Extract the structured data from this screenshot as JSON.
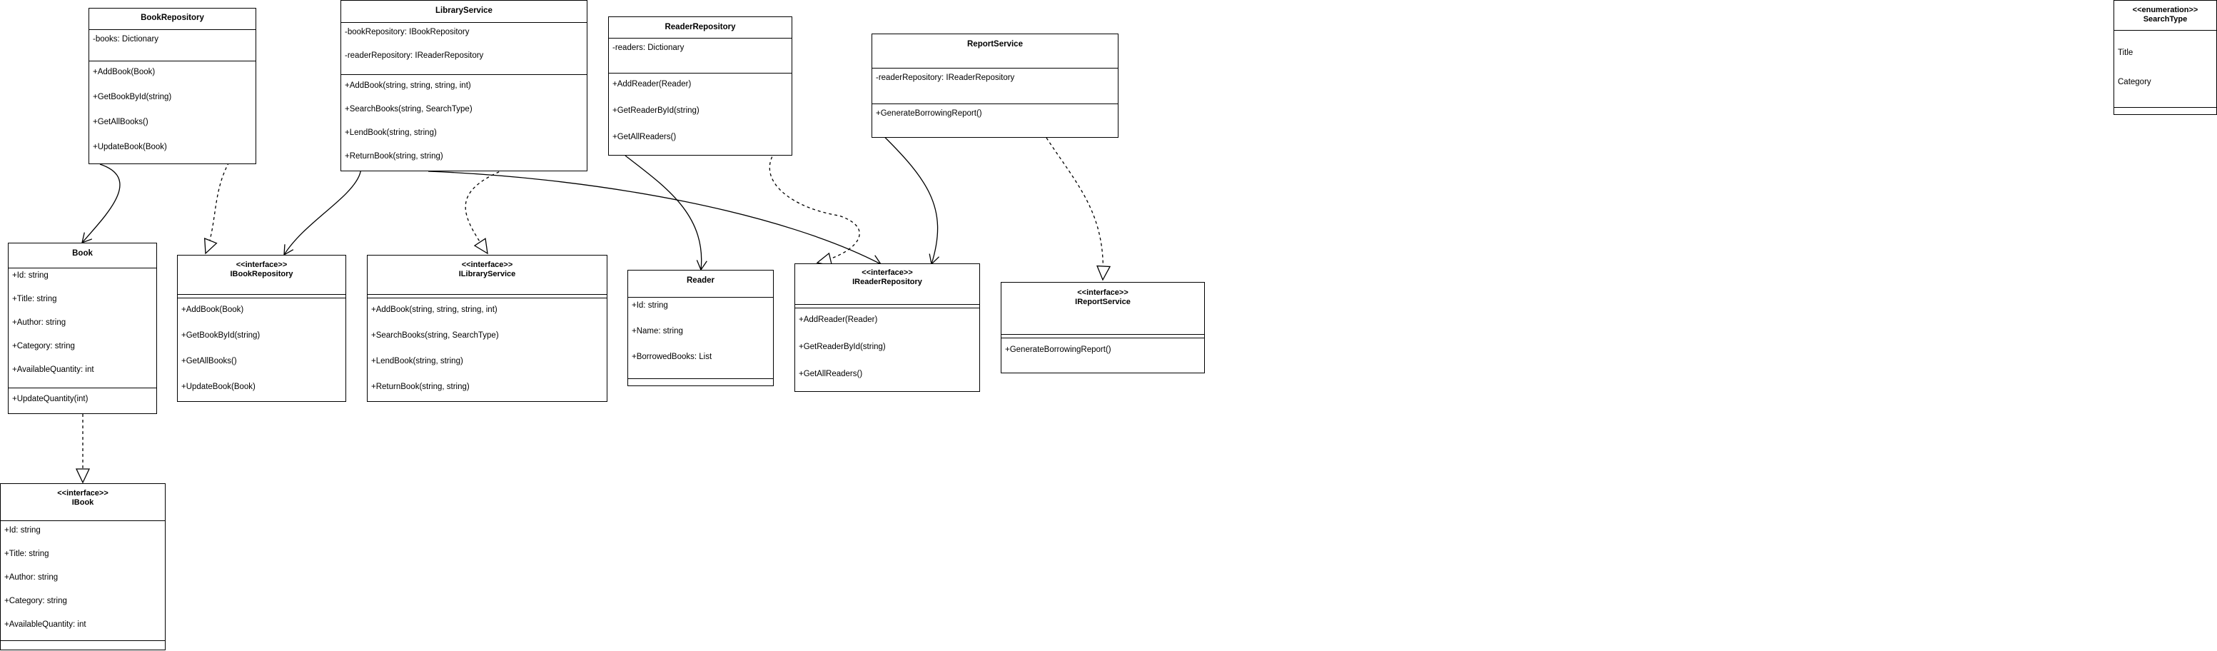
{
  "classes": {
    "book_repository": {
      "title": "BookRepository",
      "attributes": [
        "-books: Dictionary"
      ],
      "methods": [
        "+AddBook(Book)",
        "+GetBookById(string)",
        "+GetAllBooks()",
        "+UpdateBook(Book)"
      ]
    },
    "library_service": {
      "title": "LibraryService",
      "attributes": [
        "-bookRepository: IBookRepository",
        "-readerRepository: IReaderRepository"
      ],
      "methods": [
        "+AddBook(string, string, string, int)",
        "+SearchBooks(string, SearchType)",
        "+LendBook(string, string)",
        "+ReturnBook(string, string)"
      ]
    },
    "reader_repository": {
      "title": "ReaderRepository",
      "attributes": [
        "-readers: Dictionary"
      ],
      "methods": [
        "+AddReader(Reader)",
        "+GetReaderById(string)",
        "+GetAllReaders()"
      ]
    },
    "report_service": {
      "title": "ReportService",
      "attributes": [
        "-readerRepository: IReaderRepository"
      ],
      "methods": [
        "+GenerateBorrowingReport()"
      ]
    },
    "search_type": {
      "stereotype": "<<enumeration>>",
      "title": "SearchType",
      "attributes": [
        "Title",
        "Category"
      ]
    },
    "book": {
      "title": "Book",
      "attributes": [
        "+Id: string",
        "+Title: string",
        "+Author: string",
        "+Category: string",
        "+AvailableQuantity: int"
      ],
      "methods": [
        "+UpdateQuantity(int)"
      ]
    },
    "ibook_repository": {
      "stereotype": "<<interface>>",
      "title": "IBookRepository",
      "methods": [
        "+AddBook(Book)",
        "+GetBookById(string)",
        "+GetAllBooks()",
        "+UpdateBook(Book)"
      ]
    },
    "ilibrary_service": {
      "stereotype": "<<interface>>",
      "title": "ILibraryService",
      "methods": [
        "+AddBook(string, string, string, int)",
        "+SearchBooks(string, SearchType)",
        "+LendBook(string, string)",
        "+ReturnBook(string, string)"
      ]
    },
    "reader": {
      "title": "Reader",
      "attributes": [
        "+Id: string",
        "+Name: string",
        "+BorrowedBooks: List"
      ]
    },
    "ireader_repository": {
      "stereotype": "<<interface>>",
      "title": "IReaderRepository",
      "methods": [
        "+AddReader(Reader)",
        "+GetReaderById(string)",
        "+GetAllReaders()"
      ]
    },
    "ireport_service": {
      "stereotype": "<<interface>>",
      "title": "IReportService",
      "methods": [
        "+GenerateBorrowingReport()"
      ]
    },
    "ibook": {
      "stereotype": "<<interface>>",
      "title": "IBook",
      "attributes": [
        "+Id: string",
        "+Title: string",
        "+Author: string",
        "+Category: string",
        "+AvailableQuantity: int"
      ]
    }
  }
}
